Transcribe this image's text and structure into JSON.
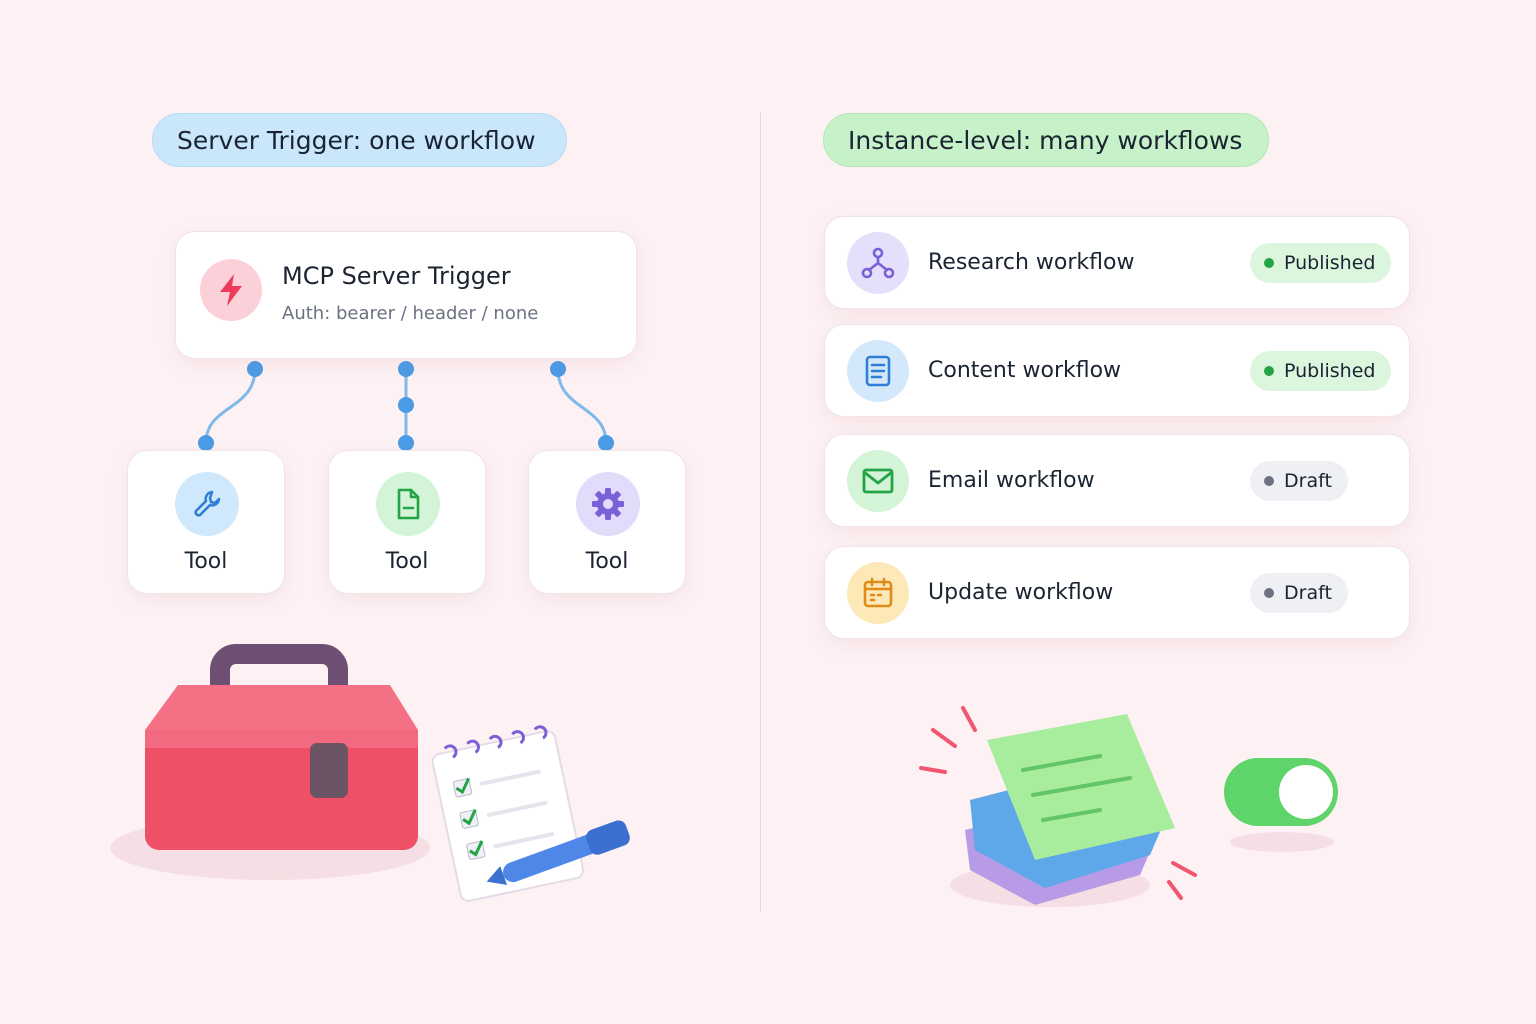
{
  "left_panel": {
    "header": "Server Trigger: one workflow",
    "trigger": {
      "title": "MCP Server Trigger",
      "subtitle": "Auth: bearer / header / none",
      "icon": "lightning-icon"
    },
    "tools": [
      {
        "label": "Tool",
        "icon": "wrench-icon",
        "color": "#2f7fd6",
        "bg": "#cfe8fb"
      },
      {
        "label": "Tool",
        "icon": "document-icon",
        "color": "#22a447",
        "bg": "#d3f4d6"
      },
      {
        "label": "Tool",
        "icon": "gear-icon",
        "color": "#7b5fd6",
        "bg": "#e1dcfa"
      }
    ]
  },
  "right_panel": {
    "header": "Instance-level: many workflows",
    "workflows": [
      {
        "title": "Research workflow",
        "status": "Published",
        "icon": "network-icon",
        "color": "#7b5fd6",
        "bg": "#e4dffb"
      },
      {
        "title": "Content workflow",
        "status": "Published",
        "icon": "document-icon",
        "color": "#2f7fd6",
        "bg": "#d3e9fb"
      },
      {
        "title": "Email workflow",
        "status": "Draft",
        "icon": "envelope-icon",
        "color": "#22a447",
        "bg": "#d3f4d6"
      },
      {
        "title": "Update workflow",
        "status": "Draft",
        "icon": "calendar-icon",
        "color": "#e08a17",
        "bg": "#fde9b8"
      }
    ]
  },
  "colors": {
    "connector": "#5ea8ea",
    "connector_dot": "#4a9be6",
    "toolbox": "#f0566f",
    "toggle_on": "#5fd46a"
  }
}
